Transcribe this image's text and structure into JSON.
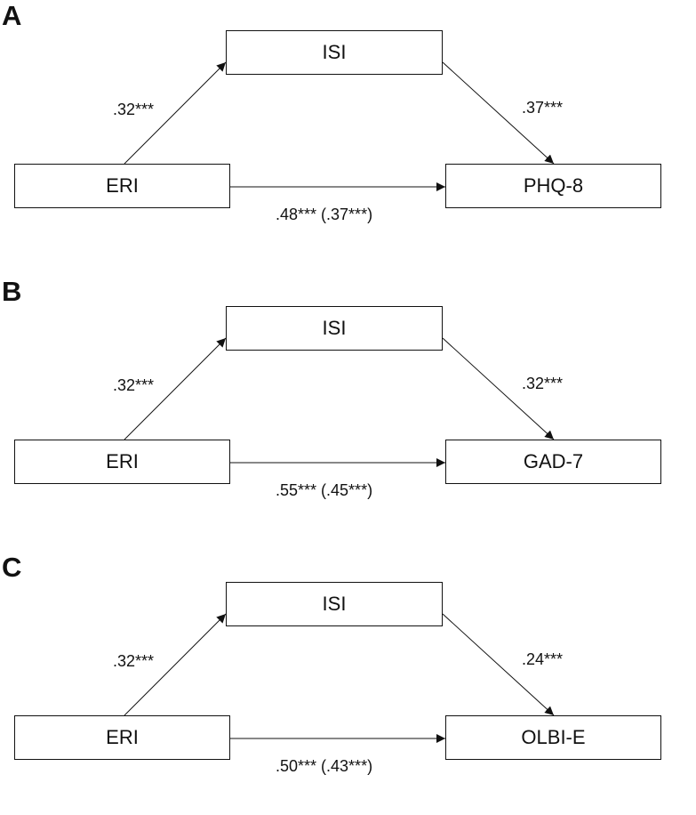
{
  "panels": [
    {
      "letter": "A",
      "mediator": "ISI",
      "predictor": "ERI",
      "outcome": "PHQ-8",
      "path_a": ".32***",
      "path_b": ".37***",
      "path_c": ".48*** (.37***)"
    },
    {
      "letter": "B",
      "mediator": "ISI",
      "predictor": "ERI",
      "outcome": "GAD-7",
      "path_a": ".32***",
      "path_b": ".32***",
      "path_c": ".55*** (.45***)"
    },
    {
      "letter": "C",
      "mediator": "ISI",
      "predictor": "ERI",
      "outcome": "OLBI-E",
      "path_a": ".32***",
      "path_b": ".24***",
      "path_c": ".50*** (.43***)"
    }
  ],
  "colors": {
    "stroke": "#111111",
    "background": "#ffffff"
  }
}
